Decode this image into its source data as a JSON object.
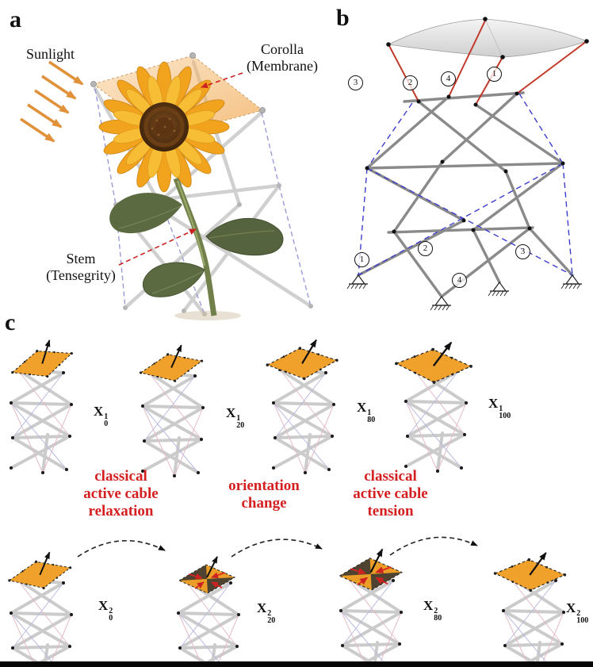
{
  "figure": {
    "panel_a": {
      "label": "a",
      "sunlight": "Sunlight",
      "corolla_line1": "Corolla",
      "corolla_line2": "(Membrane)",
      "stem_line1": "Stem",
      "stem_line2": "(Tensegrity)"
    },
    "panel_b": {
      "label": "b",
      "top_cable_numbers": [
        "3",
        "2",
        "4",
        "1"
      ],
      "bottom_cable_numbers": [
        "1",
        "2",
        "4",
        "3"
      ]
    },
    "panel_c": {
      "label": "c",
      "row1_states": [
        {
          "base": "X",
          "sup": "1",
          "sub": "0"
        },
        {
          "base": "X",
          "sup": "1",
          "sub": "20"
        },
        {
          "base": "X",
          "sup": "1",
          "sub": "80"
        },
        {
          "base": "X",
          "sup": "1",
          "sub": "100"
        }
      ],
      "row2_states": [
        {
          "base": "X",
          "sup": "2",
          "sub": "0"
        },
        {
          "base": "X",
          "sup": "2",
          "sub": "20"
        },
        {
          "base": "X",
          "sup": "2",
          "sub": "80"
        },
        {
          "base": "X",
          "sup": "2",
          "sub": "100"
        }
      ],
      "annotations": [
        {
          "lines": [
            "classical",
            "active cable",
            "relaxation"
          ]
        },
        {
          "lines": [
            "orientation",
            "change"
          ]
        },
        {
          "lines": [
            "classical",
            "active cable",
            "tension"
          ]
        }
      ]
    },
    "colors": {
      "membrane_orange": "#f0a12c",
      "annotation_red": "#d42020",
      "active_cable_red": "#c0392b",
      "passive_cable_blue": "#3d3dcc",
      "bar_gray": "#8a8a8a",
      "sunlight_arrow_orange": "#e0913a"
    }
  }
}
